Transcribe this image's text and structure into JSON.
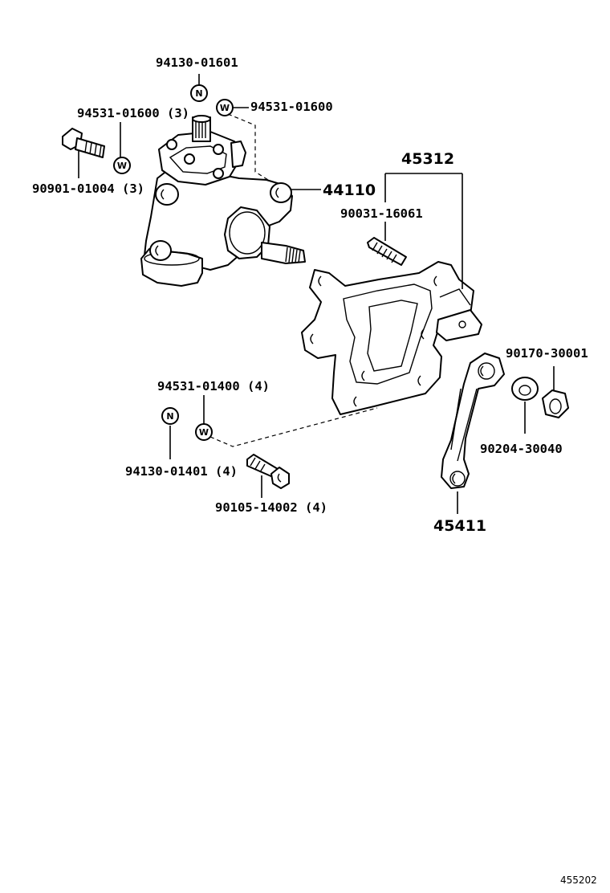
{
  "diagram": {
    "labels": {
      "p94130_01601": "94130-01601",
      "p94531_01600_3": "94531-01600 (3)",
      "p94531_01600": "94531-01600",
      "p90901_01004_3": "90901-01004 (3)",
      "p44110": "44110",
      "p45312": "45312",
      "p90031_16061": "90031-16061",
      "p90170_30001": "90170-30001",
      "p90204_30040": "90204-30040",
      "p45411": "45411",
      "p94531_01400_4": "94531-01400 (4)",
      "p94130_01401_4": "94130-01401 (4)",
      "p90105_14002_4": "90105-14002 (4)"
    },
    "symbols": {
      "nut": "N",
      "washer": "W"
    },
    "figure_id": "455202"
  }
}
